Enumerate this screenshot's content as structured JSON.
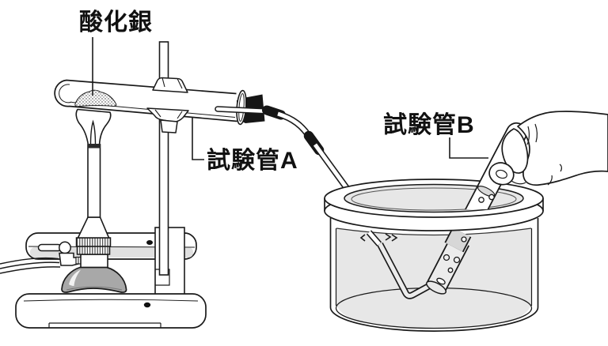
{
  "diagram": {
    "labels": {
      "silver_oxide": "酸化銀",
      "test_tube_a": "試験管A",
      "test_tube_b": "試験管B"
    },
    "colors": {
      "outline": "#1a1a1a",
      "water": "#e7e7e7",
      "burner_base_gray": "#a8a8a8",
      "rubber_black": "#161616",
      "background": "#ffffff"
    }
  }
}
